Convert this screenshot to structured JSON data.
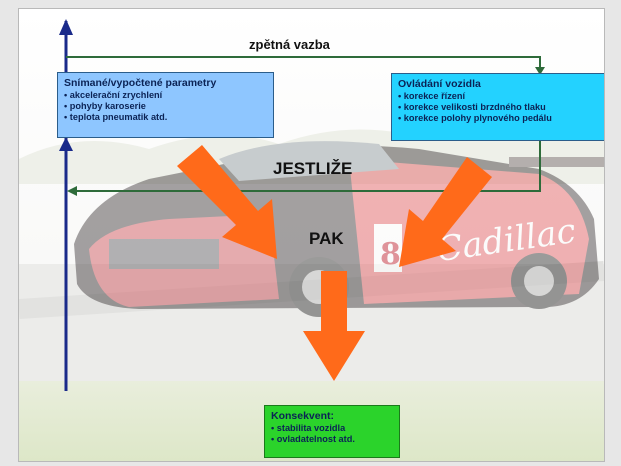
{
  "feedback_label": "zpětná vazba",
  "if_label": "JESTLIŽE",
  "then_label": "PAK",
  "sensed": {
    "title": "Snímané/vypočtené  parametry",
    "items": [
      "akcelerační zrychlení",
      "pohyby karoserie",
      "teplota pneumatik atd."
    ]
  },
  "control": {
    "title": "Ovládání vozidla",
    "items": [
      "korekce řízení",
      "korekce velikosti brzdného tlaku",
      "korekce polohy plynového pedálu"
    ]
  },
  "consequent": {
    "title": "Konsekvent:",
    "items": [
      "stabilita vozidla",
      "ovladatelnost atd."
    ]
  },
  "car_logo_text": "Cadillac",
  "car_number": "8",
  "colors": {
    "arrow": "#ff6a1a",
    "axis": "#1a2a8a",
    "feedback_line": "#2e6b3a"
  }
}
